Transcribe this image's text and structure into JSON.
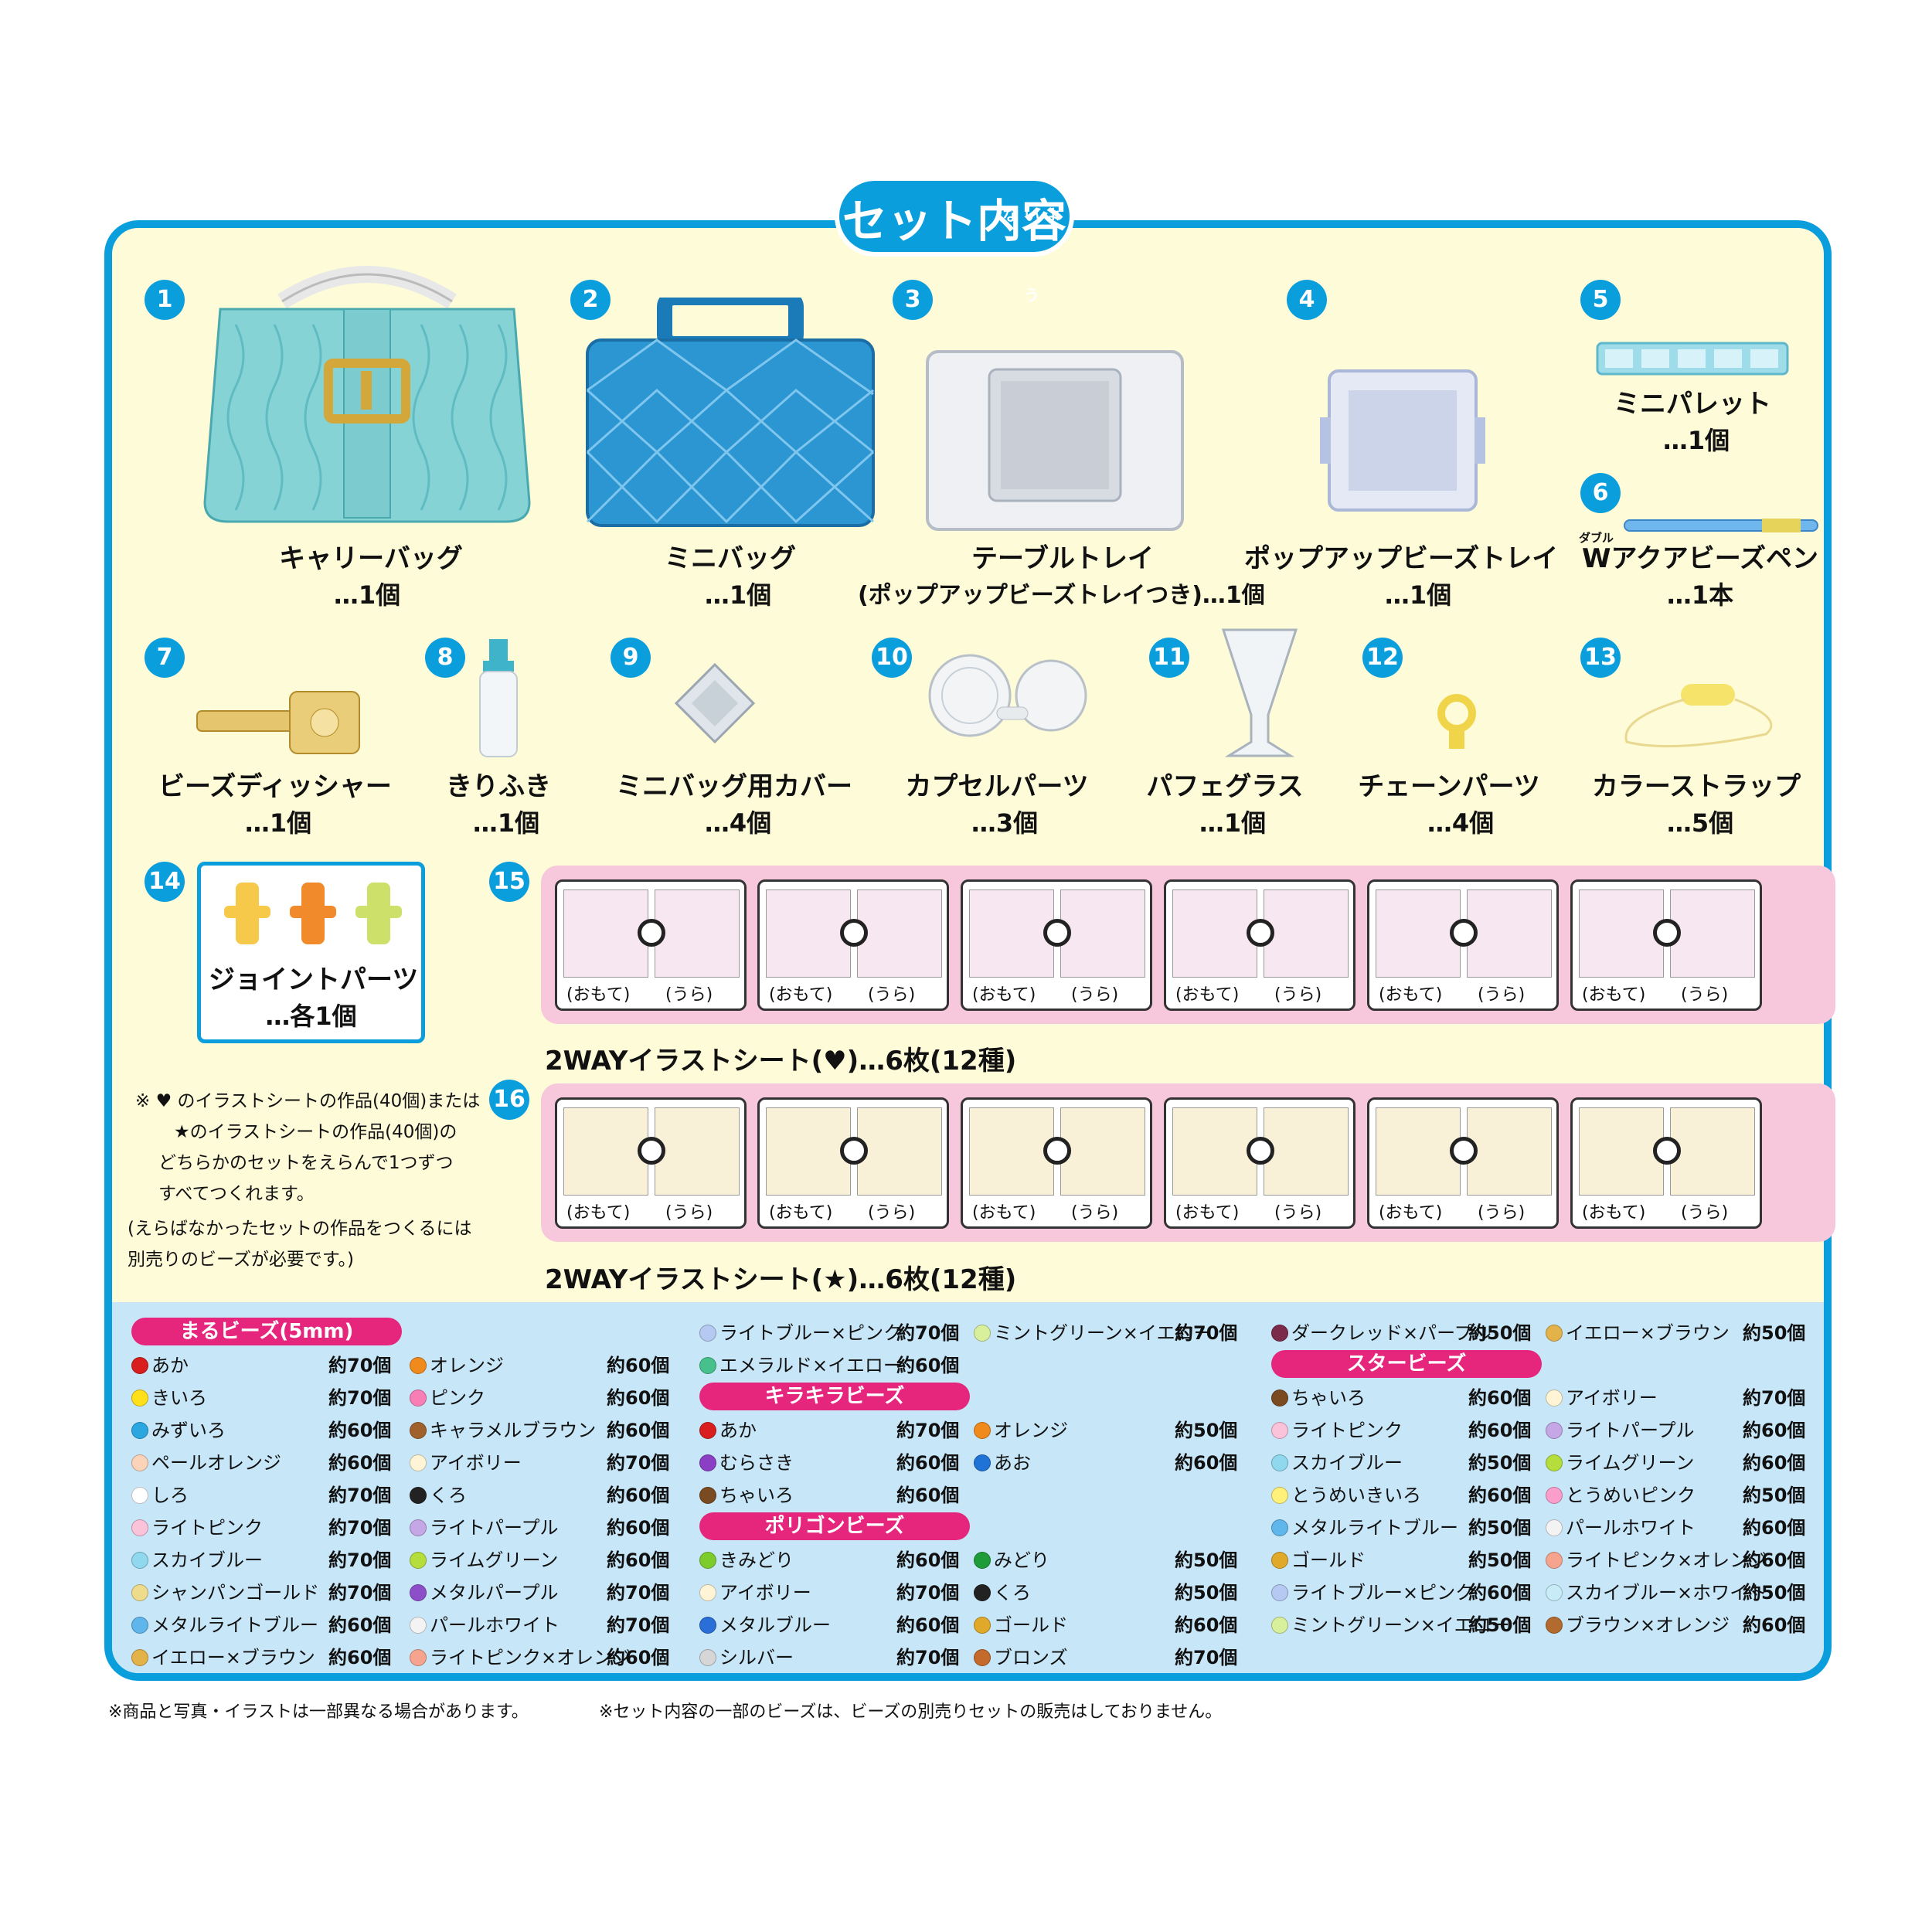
{
  "title": "セット内容",
  "title_ruby": "ないよう",
  "items": [
    {
      "num": "1",
      "name": "キャリーバッグ",
      "qty": "…1個"
    },
    {
      "num": "2",
      "name": "ミニバッグ",
      "qty": "…1個"
    },
    {
      "num": "3",
      "name": "テーブルトレイ",
      "qty": "(ポップアップビーズトレイつき)…1個"
    },
    {
      "num": "4",
      "name": "ポップアップビーズトレイ",
      "qty": "…1個"
    },
    {
      "num": "5",
      "name": "ミニパレット",
      "qty": "…1個"
    },
    {
      "num": "6",
      "name": "Wアクアビーズペン",
      "qty": "…1本",
      "ruby": "ダブル"
    },
    {
      "num": "7",
      "name": "ビーズディッシャー",
      "qty": "…1個"
    },
    {
      "num": "8",
      "name": "きりふき",
      "qty": "…1個"
    },
    {
      "num": "9",
      "name": "ミニバッグ用カバー",
      "qty": "…4個"
    },
    {
      "num": "10",
      "name": "カプセルパーツ",
      "qty": "…3個"
    },
    {
      "num": "11",
      "name": "パフェグラス",
      "qty": "…1個"
    },
    {
      "num": "12",
      "name": "チェーンパーツ",
      "qty": "…4個"
    },
    {
      "num": "13",
      "name": "カラーストラップ",
      "qty": "…5個"
    },
    {
      "num": "14",
      "name": "ジョイントパーツ",
      "qty": "…各1個"
    },
    {
      "num": "15"
    },
    {
      "num": "16"
    }
  ],
  "sheet_front": "(おもて)",
  "sheet_back": "(うら)",
  "sheet_heart_label": "2WAYイラストシート(♥)…6枚(12種)",
  "sheet_star_label": "2WAYイラストシート(★)…6枚(12種)",
  "notes": [
    "※ ♥ のイラストシートの作品(40個)または",
    "★のイラストシートの作品(40個)の",
    "どちらかのセットをえらんで1つずつ",
    "すべてつくれます。",
    "(えらばなかったセットの作品をつくるには",
    "別売りのビーズが必要です。)"
  ],
  "bead_groups": {
    "maru": {
      "title": "まるビーズ(5mm)",
      "items": [
        {
          "n": "あか",
          "a": "約70個",
          "c": "#d81e1e"
        },
        {
          "n": "オレンジ",
          "a": "約60個",
          "c": "#f08a1c"
        },
        {
          "n": "きいろ",
          "a": "約70個",
          "c": "#ffe01a"
        },
        {
          "n": "ピンク",
          "a": "約60個",
          "c": "#f77fb5"
        },
        {
          "n": "みずいろ",
          "a": "約60個",
          "c": "#2aa6e0"
        },
        {
          "n": "キャラメルブラウン",
          "a": "約60個",
          "c": "#a0612c"
        },
        {
          "n": "ペールオレンジ",
          "a": "約60個",
          "c": "#fbd3b8"
        },
        {
          "n": "アイボリー",
          "a": "約70個",
          "c": "#fff5d6"
        },
        {
          "n": "しろ",
          "a": "約70個",
          "c": "#ffffff"
        },
        {
          "n": "くろ",
          "a": "約60個",
          "c": "#222222"
        },
        {
          "n": "ライトピンク",
          "a": "約70個",
          "c": "#fbc3da"
        },
        {
          "n": "ライトパープル",
          "a": "約60個",
          "c": "#c6a7e6"
        },
        {
          "n": "スカイブルー",
          "a": "約70個",
          "c": "#8fd8ee"
        },
        {
          "n": "ライムグリーン",
          "a": "約60個",
          "c": "#b5dd3c"
        },
        {
          "n": "シャンパンゴールド",
          "a": "約70個",
          "c": "#eedc8c"
        },
        {
          "n": "メタルパープル",
          "a": "約70個",
          "c": "#8c4fc9"
        },
        {
          "n": "メタルライトブルー",
          "a": "約60個",
          "c": "#5fb6ea"
        },
        {
          "n": "パールホワイト",
          "a": "約70個",
          "c": "#f3f3f3"
        },
        {
          "n": "イエロー×ブラウン",
          "a": "約60個",
          "c": "#e3b34a"
        },
        {
          "n": "ライトピンク×オレンジ",
          "a": "約60個",
          "c": "#f7a48f"
        }
      ]
    },
    "maru2": {
      "items": [
        {
          "n": "ライトブルー×ピンク",
          "a": "約70個",
          "c": "#b6c9f2"
        },
        {
          "n": "ミントグリーン×イエロー",
          "a": "約70個",
          "c": "#d8ef9c"
        },
        {
          "n": "エメラルド×イエロー",
          "a": "約60個",
          "c": "#47c18b"
        }
      ]
    },
    "kira": {
      "title": "キラキラビーズ",
      "items": [
        {
          "n": "あか",
          "a": "約70個",
          "c": "#d81e1e"
        },
        {
          "n": "オレンジ",
          "a": "約50個",
          "c": "#f08a1c"
        },
        {
          "n": "むらさき",
          "a": "約60個",
          "c": "#8a3fc4"
        },
        {
          "n": "あお",
          "a": "約60個",
          "c": "#1f72d6"
        },
        {
          "n": "ちゃいろ",
          "a": "約60個",
          "c": "#7a4a20"
        }
      ]
    },
    "poly": {
      "title": "ポリゴンビーズ",
      "items": [
        {
          "n": "きみどり",
          "a": "約60個",
          "c": "#7ccc2e"
        },
        {
          "n": "みどり",
          "a": "約50個",
          "c": "#1f9c3a"
        },
        {
          "n": "アイボリー",
          "a": "約70個",
          "c": "#fff5d6"
        },
        {
          "n": "くろ",
          "a": "約50個",
          "c": "#222222"
        },
        {
          "n": "メタルブルー",
          "a": "約60個",
          "c": "#2a6fd8"
        },
        {
          "n": "ゴールド",
          "a": "約60個",
          "c": "#e0a92a"
        },
        {
          "n": "シルバー",
          "a": "約70個",
          "c": "#d6d6d6"
        },
        {
          "n": "ブロンズ",
          "a": "約70個",
          "c": "#c46a2a"
        }
      ]
    },
    "col3": {
      "items": [
        {
          "n": "ダークレッド×パープル",
          "a": "約50個",
          "c": "#7c2a4a"
        },
        {
          "n": "イエロー×ブラウン",
          "a": "約50個",
          "c": "#e3b34a"
        }
      ]
    },
    "star": {
      "title": "スタービーズ",
      "items": [
        {
          "n": "ちゃいろ",
          "a": "約60個",
          "c": "#7a4a20"
        },
        {
          "n": "アイボリー",
          "a": "約70個",
          "c": "#fff5d6"
        },
        {
          "n": "ライトピンク",
          "a": "約60個",
          "c": "#fbc3da"
        },
        {
          "n": "ライトパープル",
          "a": "約60個",
          "c": "#c6a7e6"
        },
        {
          "n": "スカイブルー",
          "a": "約50個",
          "c": "#8fd8ee"
        },
        {
          "n": "ライムグリーン",
          "a": "約60個",
          "c": "#b5dd3c"
        },
        {
          "n": "とうめいきいろ",
          "a": "約60個",
          "c": "#fff17a"
        },
        {
          "n": "とうめいピンク",
          "a": "約50個",
          "c": "#fb9ecb"
        },
        {
          "n": "メタルライトブルー",
          "a": "約50個",
          "c": "#5fb6ea"
        },
        {
          "n": "パールホワイト",
          "a": "約60個",
          "c": "#f3f3f3"
        },
        {
          "n": "ゴールド",
          "a": "約50個",
          "c": "#e0a92a"
        },
        {
          "n": "ライトピンク×オレンジ",
          "a": "約60個",
          "c": "#f7a48f"
        },
        {
          "n": "ライトブルー×ピンク",
          "a": "約60個",
          "c": "#b6c9f2"
        },
        {
          "n": "スカイブルー×ホワイト",
          "a": "約50個",
          "c": "#c7ecf8"
        },
        {
          "n": "ミントグリーン×イエロー",
          "a": "約50個",
          "c": "#d8ef9c"
        },
        {
          "n": "ブラウン×オレンジ",
          "a": "約60個",
          "c": "#b36a2e"
        }
      ]
    }
  },
  "footer_left": "※商品と写真・イラストは一部異なる場合があります。",
  "footer_right": "※セット内容の一部のビーズは、ビーズの別売りセットの販売はしておりません。"
}
